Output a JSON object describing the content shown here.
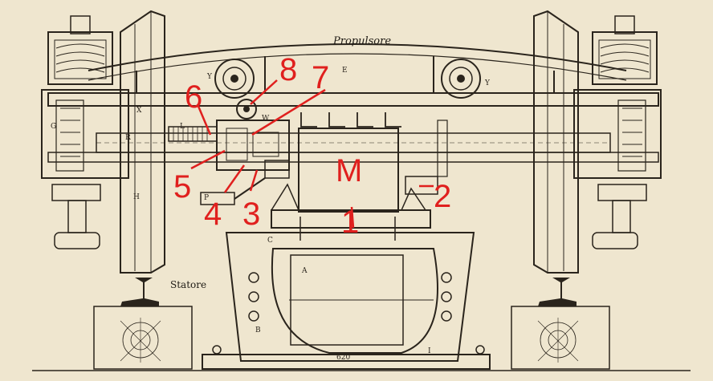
{
  "diagram": {
    "printed_labels": {
      "propulsore": "Propulsore",
      "statore": "Statore",
      "dimension": "620"
    },
    "part_letters": [
      "Y",
      "E",
      "Y",
      "X",
      "G",
      "R",
      "H",
      "P",
      "C",
      "A",
      "B",
      "I",
      "W",
      "L"
    ],
    "callouts": [
      "M",
      "1",
      "2",
      "3",
      "4",
      "5",
      "6",
      "7",
      "8"
    ],
    "colors": {
      "paper": "#efe6cf",
      "ink": "#2a241c",
      "callout": "#e0201e"
    }
  }
}
